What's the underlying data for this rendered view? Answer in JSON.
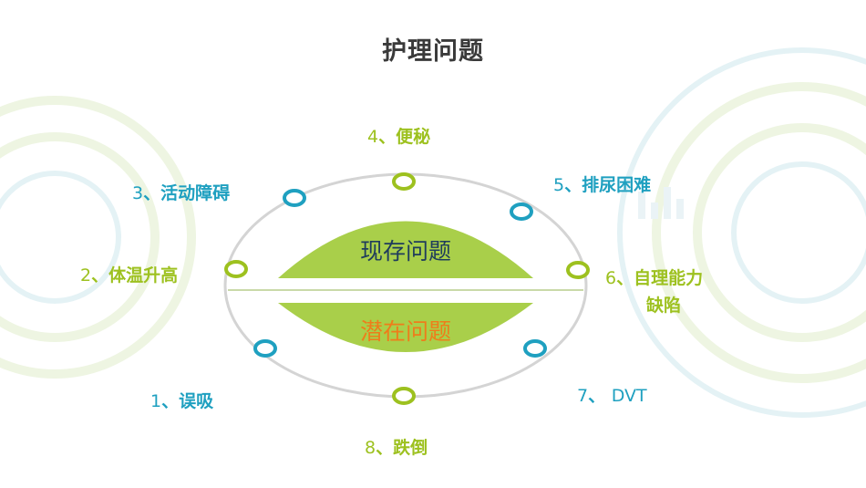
{
  "title": "护理问题",
  "center": {
    "top": "现存问题",
    "bottom": "潜在问题"
  },
  "items": [
    {
      "num": "1",
      "sep": "、",
      "text": "误吸"
    },
    {
      "num": "2",
      "sep": "、",
      "text": "体温升高"
    },
    {
      "num": "3",
      "sep": "、",
      "text": "活动障碍"
    },
    {
      "num": "4",
      "sep": "、",
      "text": "便秘"
    },
    {
      "num": "5",
      "sep": "、",
      "text": "排尿困难"
    },
    {
      "num": "6",
      "sep": "、",
      "text": "自理能力",
      "text2": "缺陷"
    },
    {
      "num": "7",
      "sep": "、 ",
      "text": "DVT"
    },
    {
      "num": "8",
      "sep": "、",
      "text": "跌倒"
    }
  ],
  "colors": {
    "title": "#3a3a3a",
    "green": "#9dc11f",
    "teal": "#1fa0c0",
    "lens": "#a9cf4a",
    "center_top_text": "#1f3c5c",
    "center_bottom_text": "#ee7d1a",
    "ellipse": "#d4d4d4"
  }
}
